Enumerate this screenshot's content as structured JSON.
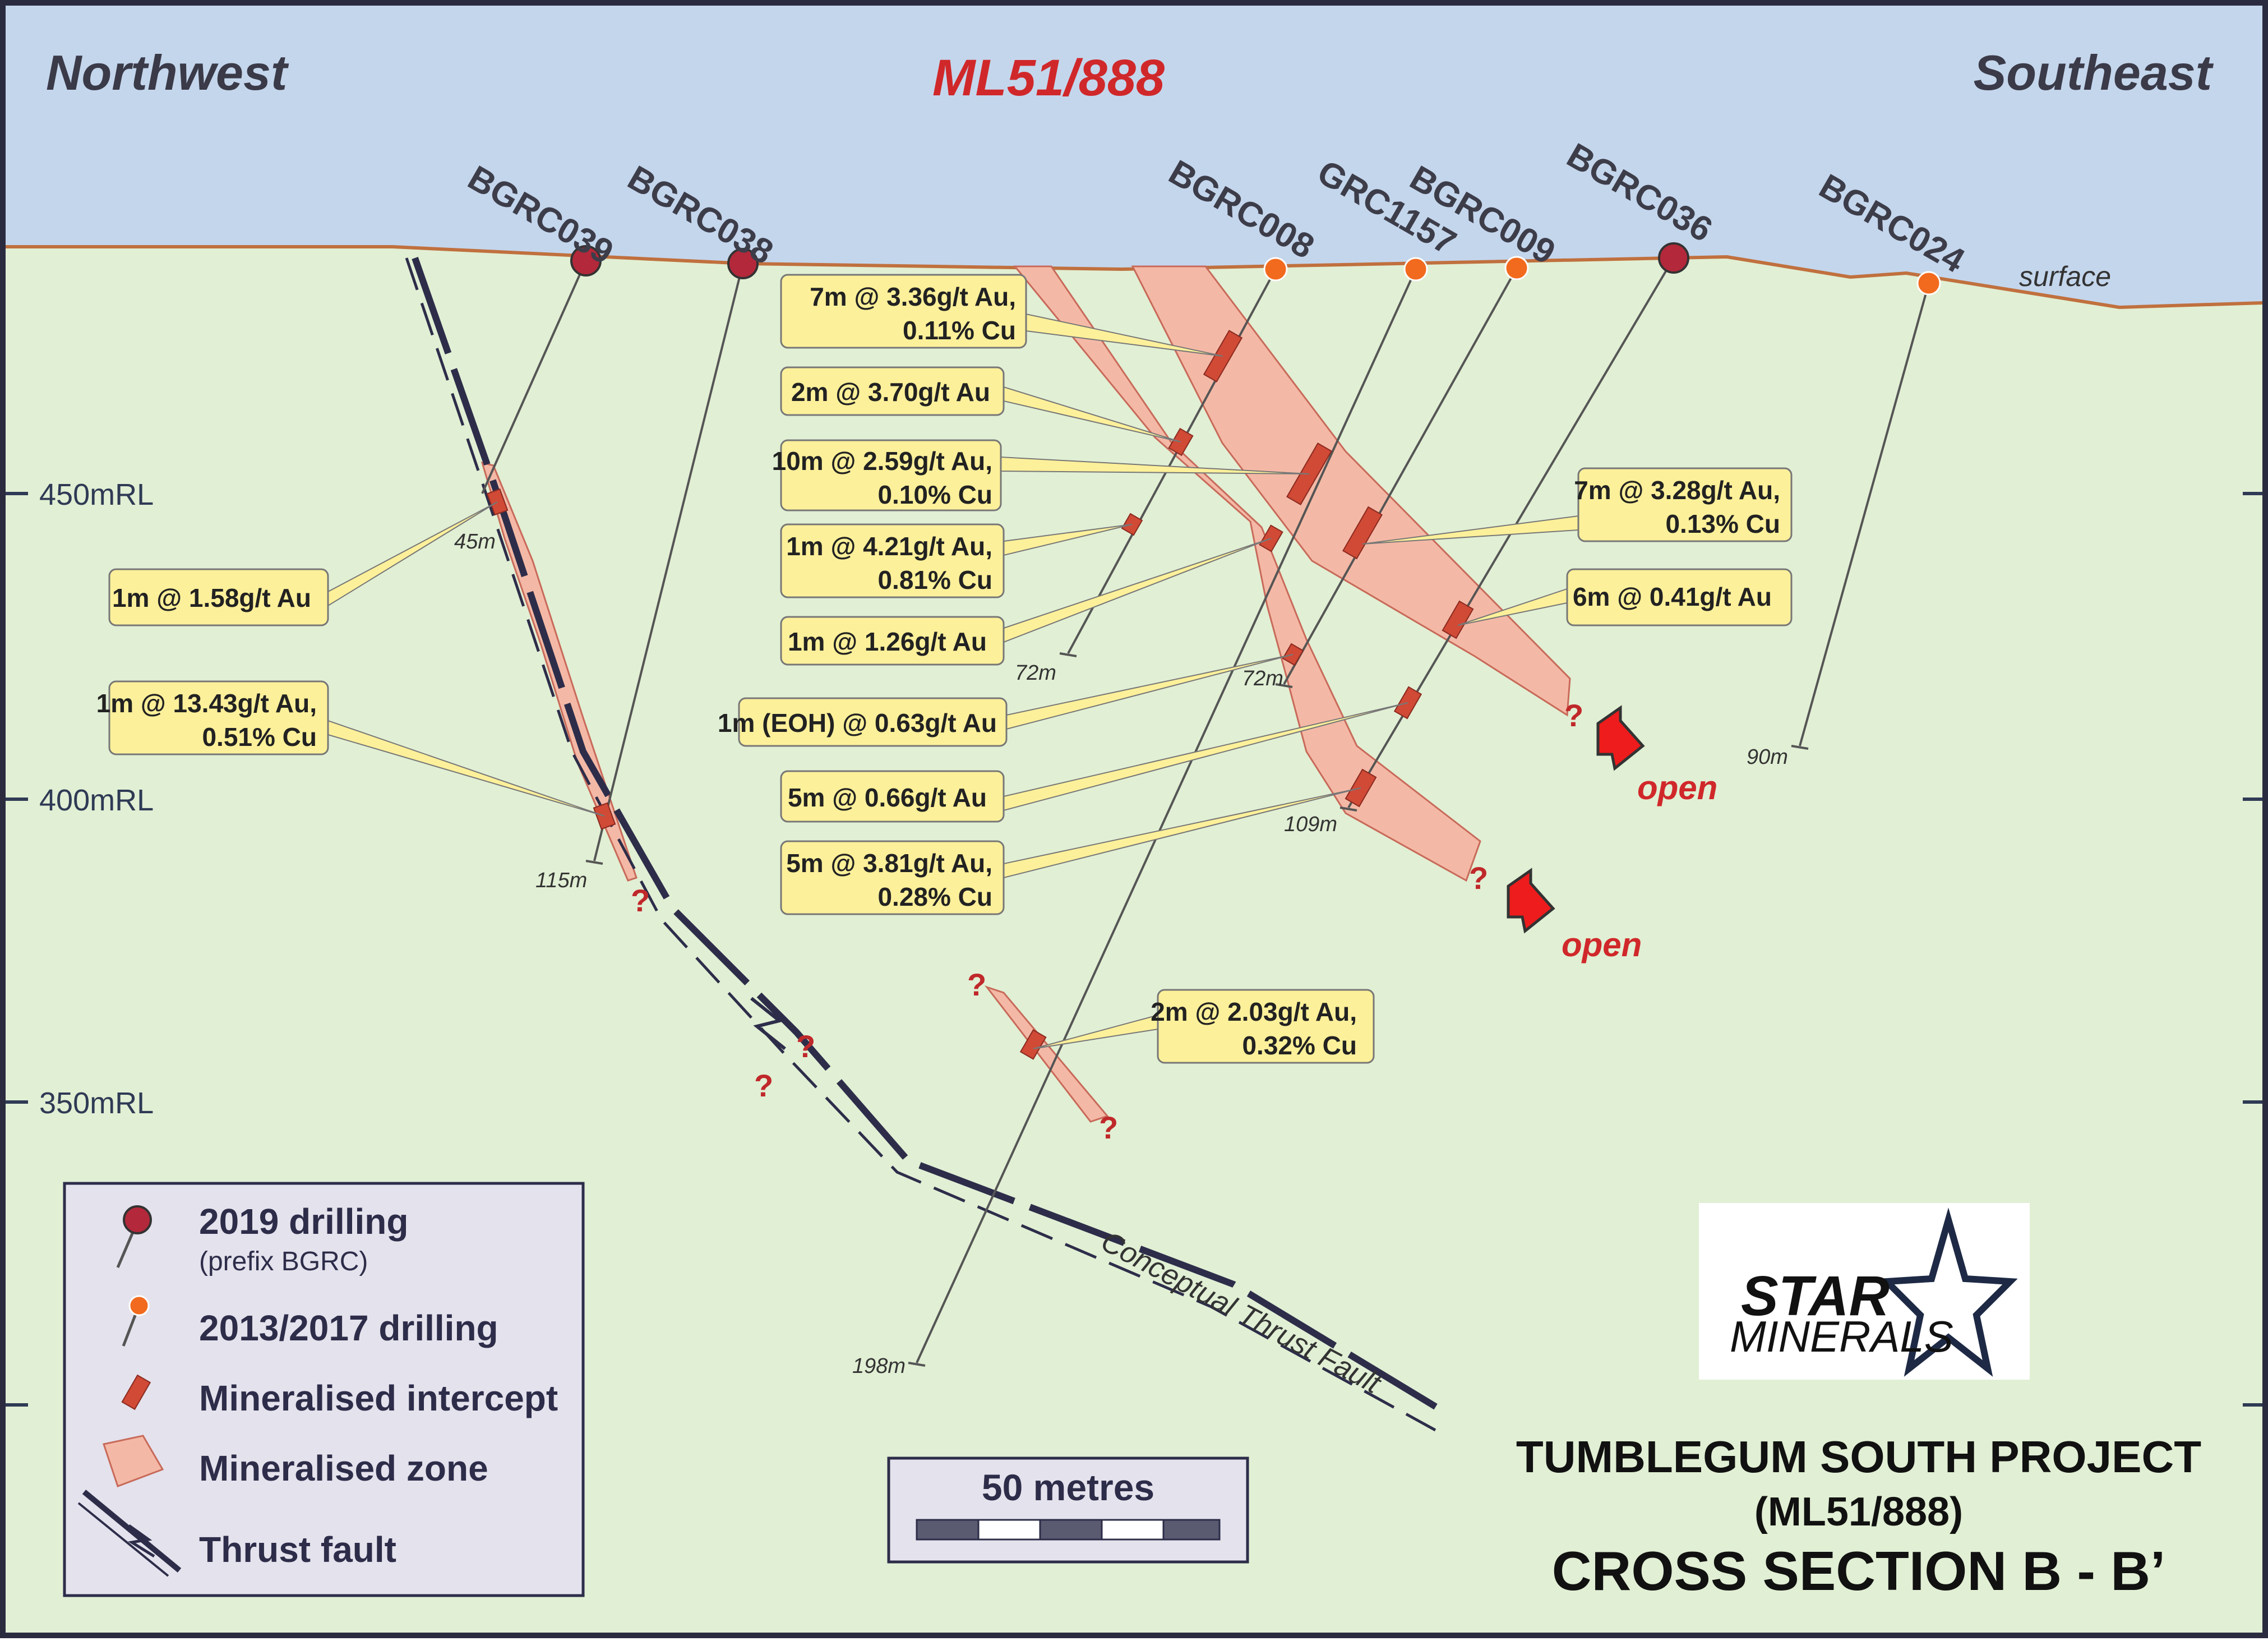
{
  "header": {
    "northwest": "Northwest",
    "southeast": "Southeast",
    "lease": "ML51/888",
    "surface": "surface"
  },
  "holes": [
    "BGRC039",
    "BGRC038",
    "BGRC008",
    "GRC1157",
    "BGRC009",
    "BGRC036",
    "BGRC024"
  ],
  "rl_labels": [
    "450mRL",
    "400mRL",
    "350mRL"
  ],
  "depths": [
    "45m",
    "115m",
    "72m",
    "72m",
    "109m",
    "90m",
    "198m"
  ],
  "intercepts": [
    "7m @ 3.36g/t Au,",
    "0.11% Cu",
    "2m @ 3.70g/t Au",
    "10m @ 2.59g/t Au,",
    "0.10% Cu",
    "1m @ 4.21g/t Au,",
    "0.81% Cu",
    "1m @ 1.26g/t Au",
    "1m (EOH) @ 0.63g/t Au",
    "5m @ 0.66g/t Au",
    "5m @ 3.81g/t Au,",
    "0.28% Cu",
    "1m @ 1.58g/t Au",
    "1m @ 13.43g/t Au,",
    "0.51% Cu",
    "7m @ 3.28g/t Au,",
    "0.13% Cu",
    "6m @ 0.41g/t Au",
    "2m @ 2.03g/t Au,",
    "0.32% Cu"
  ],
  "annotations": {
    "question": "?",
    "open": "open",
    "fault": "Conceptual Thrust Fault"
  },
  "legend": {
    "drill2019": "2019 drilling",
    "prefix": "(prefix BGRC)",
    "drill2013": "2013/2017 drilling",
    "intercept": "Mineralised intercept",
    "zone": "Mineralised zone",
    "thrust": "Thrust fault"
  },
  "scale_label": "50 metres",
  "logo": {
    "line1": "STAR",
    "line2": "MINERALS"
  },
  "title": {
    "project": "TUMBLEGUM SOUTH PROJECT",
    "lease": "(ML51/888)",
    "section": "CROSS SECTION B - B’"
  },
  "colors": {
    "sky": "#c4d6ec",
    "ground": "#e1efd4",
    "zone": "#f4b9a6",
    "intercept": "#d04a36",
    "callout": "#fdf09a",
    "drill2019": "#b3283a",
    "drill2013": "#f26a1e",
    "fault": "#2d2d4a"
  }
}
